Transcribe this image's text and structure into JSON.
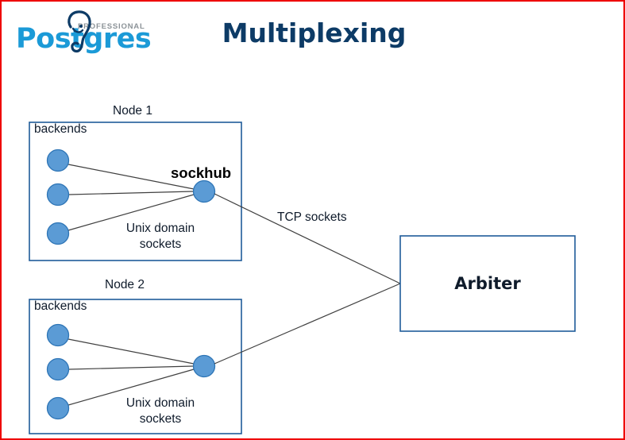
{
  "slide": {
    "title": "Multiplexing",
    "border_color": "#ee0000",
    "background": "#ffffff"
  },
  "logo": {
    "wordmark": "Postgres",
    "tagline": "PROFESSIONAL",
    "wordmark_color": "#1b9ad7",
    "elephant_color": "#0d3b66",
    "tagline_color": "#8c9398"
  },
  "diagram": {
    "accent_circle_fill": "#5b9bd5",
    "accent_circle_stroke": "#2e75b6",
    "box_stroke": "#1f5c99",
    "line_color": "#404040",
    "nodes": [
      {
        "title": "Node 1",
        "backends_label": "backends",
        "hub_label": "sockhub",
        "link_label": "Unix domain sockets",
        "backend_count": 3
      },
      {
        "title": "Node 2",
        "backends_label": "backends",
        "hub_label": "",
        "link_label": "Unix domain sockets",
        "backend_count": 3
      }
    ],
    "tcp_label": "TCP sockets",
    "arbiter_label": "Arbiter"
  }
}
